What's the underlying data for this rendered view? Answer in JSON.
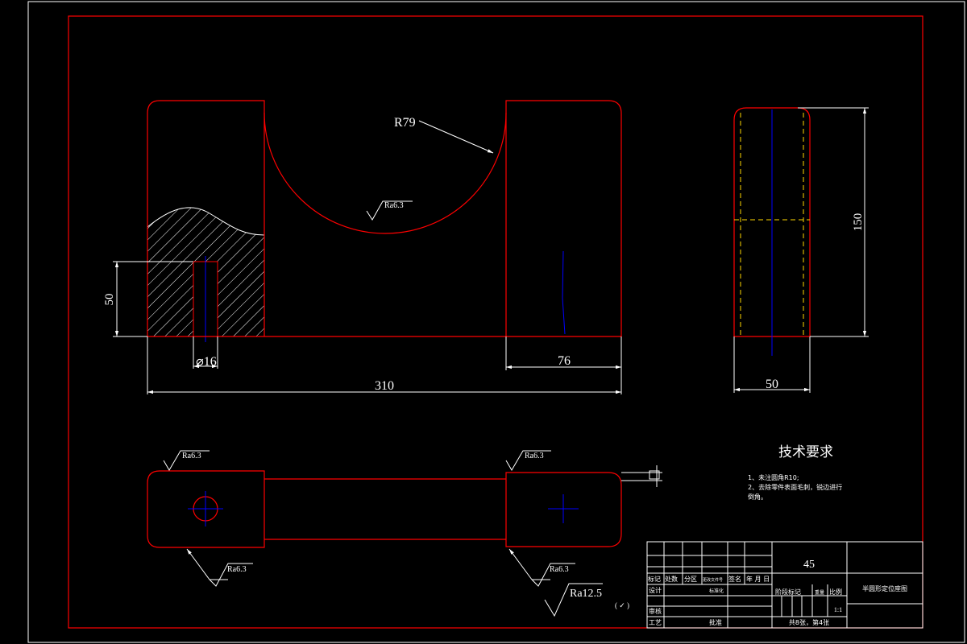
{
  "colors": {
    "background": "#000000",
    "frame": "#ffffff",
    "part_outline": "#ff0000",
    "centerline": "#0000ff",
    "hidden_line": "#ffd700",
    "dimension": "#ffffff"
  },
  "dimensions": {
    "radius": "R79",
    "slot_depth": "50",
    "hole_dia": "⌀16",
    "block_width": "76",
    "overall_length": "310",
    "height": "150",
    "thickness": "50"
  },
  "roughness": {
    "arc": "Ra6.3",
    "top_left": "Ra6.3",
    "top_right": "Ra6.3",
    "bottom_left": "Ra6.3",
    "bottom_right": "Ra6.3",
    "general": "Ra12.5",
    "general_suffix": "( ✓ )"
  },
  "tech_req": {
    "title": "技术要求",
    "line1": "1、未注圆角R10;",
    "line2": "2、去除零件表面毛刺，锐边进行",
    "line3": "倒角。"
  },
  "title_block": {
    "material": "45",
    "part_name": "半圆形定位座图",
    "h_mark": "标记",
    "h_count": "处数",
    "h_zone": "分区",
    "h_doc": "更改文件号",
    "h_sign": "签名",
    "h_date": "年 月 日",
    "design": "设计",
    "std": "标准化",
    "stage_mark": "阶段标记",
    "weight": "重量",
    "scale_label": "比例",
    "scale": "1:1",
    "check": "审核",
    "process": "工艺",
    "approve": "批准",
    "sheets": "共8张，第4张"
  }
}
